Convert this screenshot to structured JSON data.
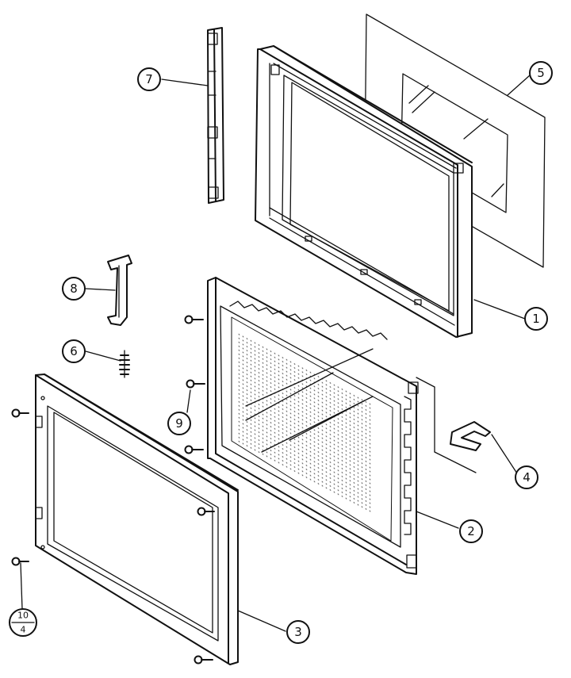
{
  "callouts": [
    {
      "id": "c1",
      "label": "1"
    },
    {
      "id": "c2",
      "label": "2"
    },
    {
      "id": "c3",
      "label": "3"
    },
    {
      "id": "c4",
      "label": "4"
    },
    {
      "id": "c5",
      "label": "5"
    },
    {
      "id": "c6",
      "label": "6"
    },
    {
      "id": "c7",
      "label": "7"
    },
    {
      "id": "c8",
      "label": "8"
    },
    {
      "id": "c9",
      "label": "9"
    }
  ],
  "fraction_callout": {
    "numerator": "10",
    "denominator": "4"
  },
  "colors": {
    "line": "#111111",
    "background": "#ffffff",
    "mesh": "#555555"
  }
}
